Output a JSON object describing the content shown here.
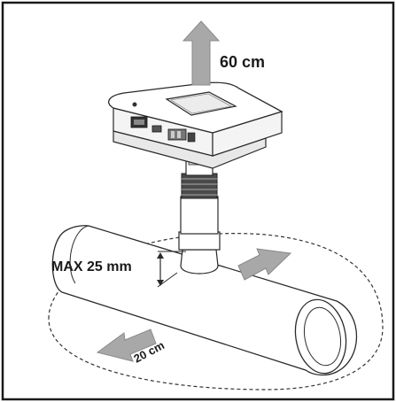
{
  "labels": {
    "vertical_clearance": "60 cm",
    "max_depth": "MAX 25 mm",
    "radial_clearance": "20 cm"
  },
  "colors": {
    "frame": "#1a1a1a",
    "arrow_fill": "#a8a8a8",
    "arrow_stroke": "#8a8a8a",
    "line": "#2a2a2a"
  }
}
